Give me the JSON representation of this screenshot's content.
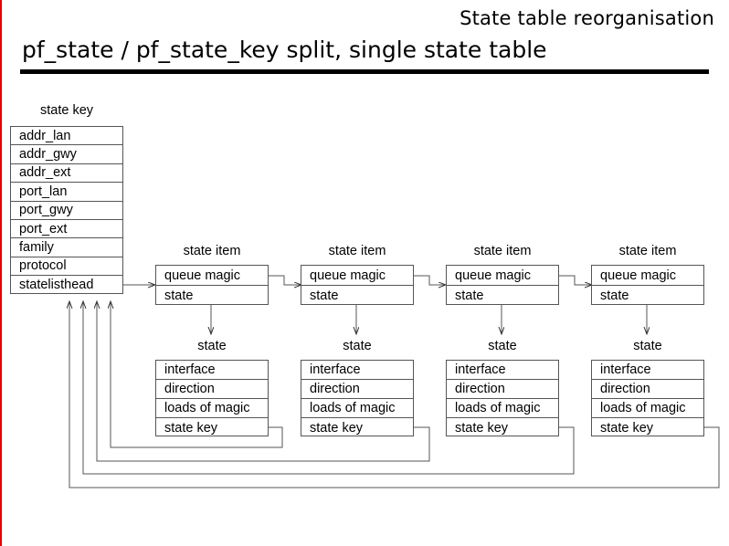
{
  "header": {
    "subtitle": "State table reorganisation",
    "title": "pf_state / pf_state_key split, single state table"
  },
  "diagram": {
    "state_key": {
      "caption": "state key",
      "fields": [
        "addr_lan",
        "addr_gwy",
        "addr_ext",
        "port_lan",
        "port_gwy",
        "port_ext",
        "family",
        "protocol",
        "statelisthead"
      ]
    },
    "state_item": {
      "caption": "state item",
      "fields": [
        "queue magic",
        "state"
      ],
      "count": 4
    },
    "state": {
      "caption": "state",
      "fields": [
        "interface",
        "direction",
        "loads of magic",
        "state key"
      ],
      "count": 4
    }
  },
  "colors": {
    "line": "#555555",
    "text": "#000000",
    "accent_edge": "#e00000",
    "rule": "#000000"
  }
}
